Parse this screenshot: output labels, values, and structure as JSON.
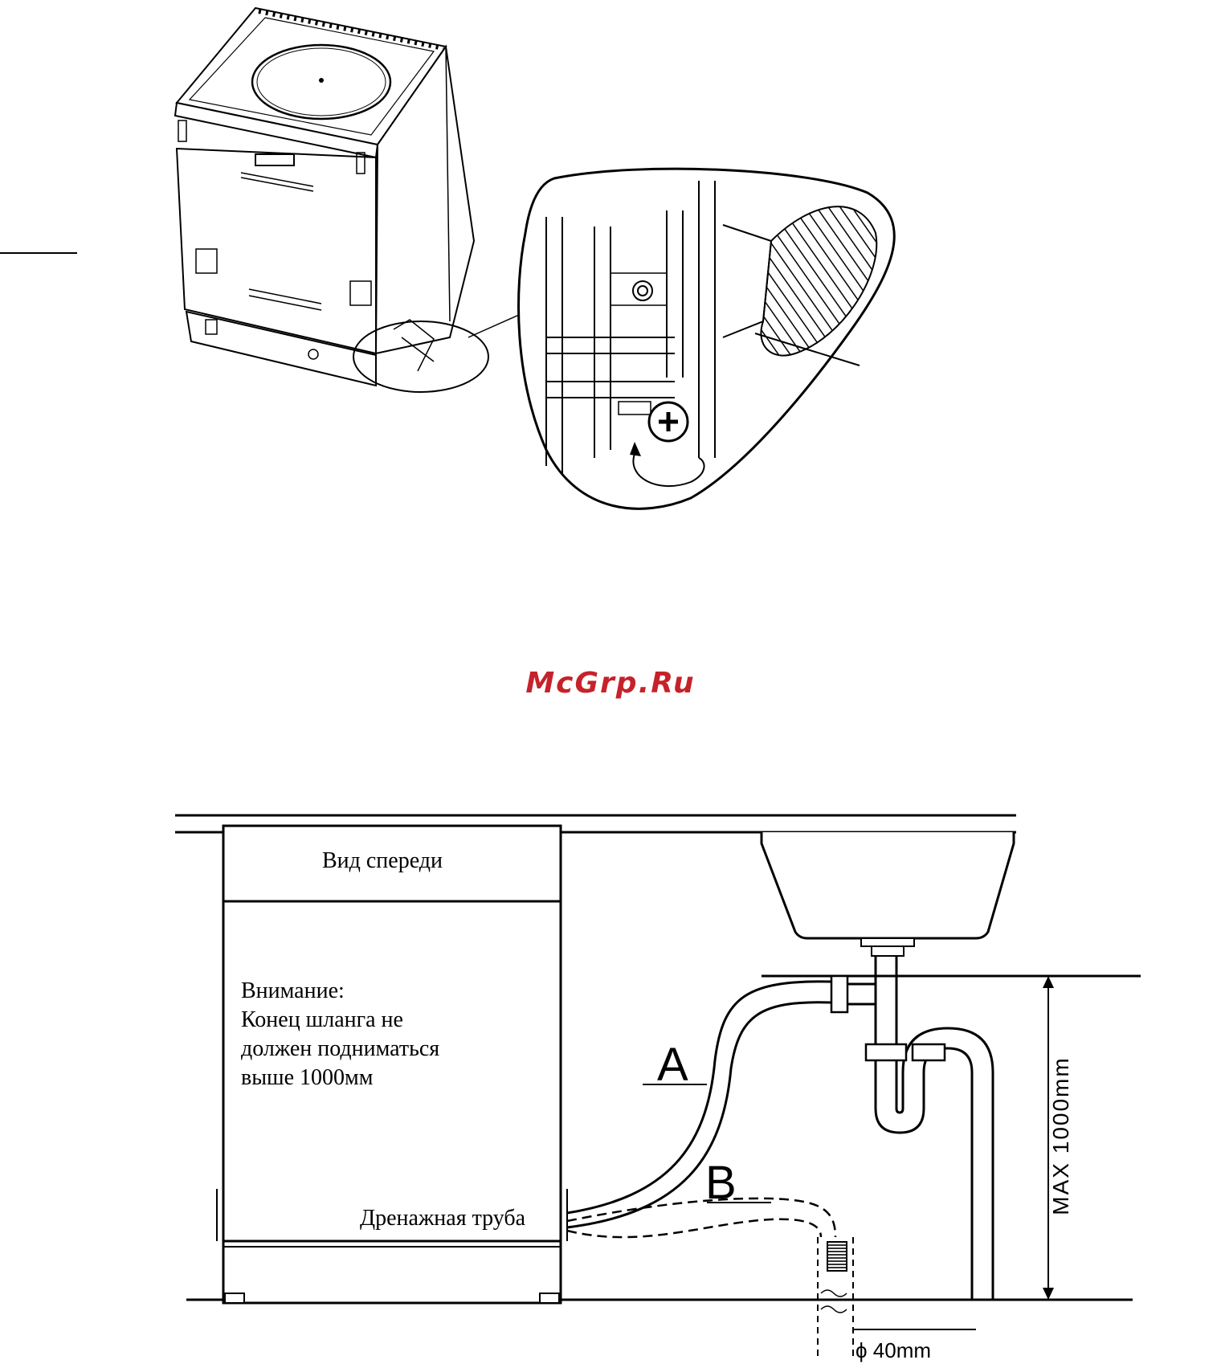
{
  "watermark": {
    "text": "McGrp.Ru",
    "color": "#c6222a"
  },
  "front_view": {
    "title": "Вид спереди",
    "warning_lines": [
      "Внимание:",
      "Конец шланга не",
      "должен подниматься",
      "выше 1000мм"
    ],
    "drain_label": "Дренажная труба"
  },
  "hose_labels": {
    "a": "A",
    "b": "B"
  },
  "dimension": {
    "height_label": "MAX 1000mm",
    "diameter_label": "ϕ 40mm"
  },
  "line_color": "#000000"
}
